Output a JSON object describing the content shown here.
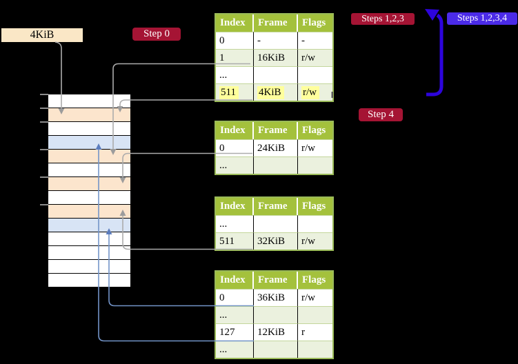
{
  "frame_label": "4KiB",
  "badges": {
    "step0": "Step 0",
    "steps123": "Steps 1,2,3",
    "steps1234": "Steps 1,2,3,4",
    "step4": "Step 4"
  },
  "memory_column": {
    "rows": [
      "white",
      "orange",
      "white",
      "blue",
      "orange",
      "white",
      "orange",
      "white",
      "orange",
      "blue",
      "white",
      "white",
      "white",
      "white"
    ]
  },
  "tables": [
    {
      "id": "page-table-1",
      "headers": [
        "Index",
        "Frame",
        "Flags"
      ],
      "rows": [
        {
          "cells": [
            "0",
            "-",
            "-"
          ],
          "shaded": false,
          "highlight": false
        },
        {
          "cells": [
            "1",
            "16KiB",
            "r/w"
          ],
          "shaded": true,
          "highlight": false
        },
        {
          "cells": [
            "...",
            "",
            ""
          ],
          "shaded": false,
          "highlight": false
        },
        {
          "cells": [
            "511",
            "4KiB",
            "r/w"
          ],
          "shaded": true,
          "highlight": true
        }
      ]
    },
    {
      "id": "page-table-2",
      "headers": [
        "Index",
        "Frame",
        "Flags"
      ],
      "rows": [
        {
          "cells": [
            "0",
            "24KiB",
            "r/w"
          ],
          "shaded": false,
          "highlight": false
        },
        {
          "cells": [
            "...",
            "",
            ""
          ],
          "shaded": true,
          "highlight": false
        }
      ]
    },
    {
      "id": "page-table-3",
      "headers": [
        "Index",
        "Frame",
        "Flags"
      ],
      "rows": [
        {
          "cells": [
            "...",
            "",
            ""
          ],
          "shaded": false,
          "highlight": false
        },
        {
          "cells": [
            "511",
            "32KiB",
            "r/w"
          ],
          "shaded": true,
          "highlight": false
        }
      ]
    },
    {
      "id": "page-table-4",
      "headers": [
        "Index",
        "Frame",
        "Flags"
      ],
      "rows": [
        {
          "cells": [
            "0",
            "36KiB",
            "r/w"
          ],
          "shaded": false,
          "highlight": false
        },
        {
          "cells": [
            "...",
            "",
            ""
          ],
          "shaded": true,
          "highlight": false
        },
        {
          "cells": [
            "127",
            "12KiB",
            "r"
          ],
          "shaded": false,
          "highlight": false
        },
        {
          "cells": [
            "...",
            "",
            ""
          ],
          "shaded": true,
          "highlight": false
        }
      ]
    }
  ],
  "colors": {
    "badge_red": "#A51434",
    "badge_violet": "#4B2BE8",
    "arrow_blue": "#2D04DC",
    "connector_gray": "#ACACAC",
    "connector_blue": "#7394C8",
    "table_header_bg": "#A4C13C",
    "table_row_alt_bg": "#EBF1DE",
    "table_border": "#9BBB59",
    "highlight_yellow": "#FFFF9C",
    "mem_orange": "#FCE5CD",
    "mem_blue": "#D8E4F5",
    "label_bg": "#FAE7C6"
  }
}
